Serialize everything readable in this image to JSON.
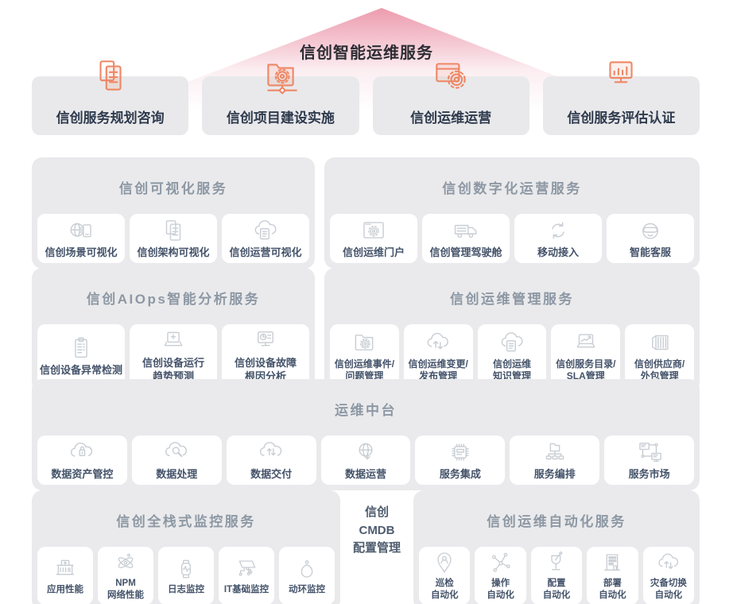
{
  "title": "信创智能运维服务",
  "colors": {
    "accent_orange": "#ee8765",
    "roof_pink": "#ec9cae",
    "panel_gray": "#eaeaec",
    "panel_header_text": "#8d98a4",
    "card_label_text": "#44536a",
    "title_text": "#2d2d33"
  },
  "top_services": [
    {
      "label": "信创服务规划咨询",
      "icon": "plan-doc"
    },
    {
      "label": "信创项目建设实施",
      "icon": "build-folder"
    },
    {
      "label": "信创运维运营",
      "icon": "ops-window"
    },
    {
      "label": "信创服务评估认证",
      "icon": "assess-monitor"
    }
  ],
  "panels": {
    "visualization": {
      "header": "信创可视化服务",
      "items": [
        {
          "label": "信创场景可视化",
          "icon": "globe-phone"
        },
        {
          "label": "信创架构可视化",
          "icon": "arch-docs"
        },
        {
          "label": "信创运营可视化",
          "icon": "cloud-doc"
        }
      ]
    },
    "digital_ops": {
      "header": "信创数字化运营服务",
      "items": [
        {
          "label": "信创运维门户",
          "icon": "portal-window"
        },
        {
          "label": "信创管理驾驶舱",
          "icon": "truck"
        },
        {
          "label": "移动接入",
          "icon": "sync-arrows"
        },
        {
          "label": "智能客服",
          "icon": "robot"
        }
      ]
    },
    "aiops": {
      "header": "信创AIOps智能分析服务",
      "items": [
        {
          "label": "信创设备异常检测",
          "icon": "clipboard"
        },
        {
          "label": "信创设备运行\n趋势预测",
          "icon": "laptop-plus"
        },
        {
          "label": "信创设备故障\n根因分析",
          "icon": "monitor-pie"
        }
      ]
    },
    "om_management": {
      "header": "信创运维管理服务",
      "items": [
        {
          "label": "信创运维事件/\n问题管理",
          "icon": "folder-gear"
        },
        {
          "label": "信创运维变更/\n发布管理",
          "icon": "cloud-arrows"
        },
        {
          "label": "信创运维\n知识管理",
          "icon": "cloud-doc"
        },
        {
          "label": "信创服务目录/\nSLA管理",
          "icon": "laptop-trend"
        },
        {
          "label": "信创供应商/\n外包管理",
          "icon": "container"
        }
      ]
    },
    "middle_platform": {
      "header": "运维中台",
      "items": [
        {
          "label": "数据资产管控",
          "icon": "cloud-lock"
        },
        {
          "label": "数据处理",
          "icon": "cloud-search"
        },
        {
          "label": "数据交付",
          "icon": "cloud-transfer"
        },
        {
          "label": "数据运营",
          "icon": "globe-arrow"
        },
        {
          "label": "服务集成",
          "icon": "chip"
        },
        {
          "label": "服务编排",
          "icon": "folder-tree"
        },
        {
          "label": "服务市场",
          "icon": "monitors-link"
        }
      ]
    },
    "monitoring": {
      "header": "信创全栈式监控服务",
      "items": [
        {
          "label": "应用性能",
          "icon": "building-plus"
        },
        {
          "label": "NPM\n网络性能",
          "icon": "atom"
        },
        {
          "label": "日志监控",
          "icon": "watch"
        },
        {
          "label": "IT基础监控",
          "icon": "monitor-circuit"
        },
        {
          "label": "动环监控",
          "icon": "balloon"
        }
      ]
    },
    "automation": {
      "header": "信创运维自动化服务",
      "items": [
        {
          "label": "巡检\n自动化",
          "icon": "pin-person"
        },
        {
          "label": "操作\n自动化",
          "icon": "network-nodes"
        },
        {
          "label": "配置\n自动化",
          "icon": "goblet"
        },
        {
          "label": "部署\n自动化",
          "icon": "building"
        },
        {
          "label": "灾备切换\n自动化",
          "icon": "cloud-arrows"
        }
      ]
    }
  },
  "cmdb": {
    "label": "信创\nCMDB\n配置管理"
  }
}
